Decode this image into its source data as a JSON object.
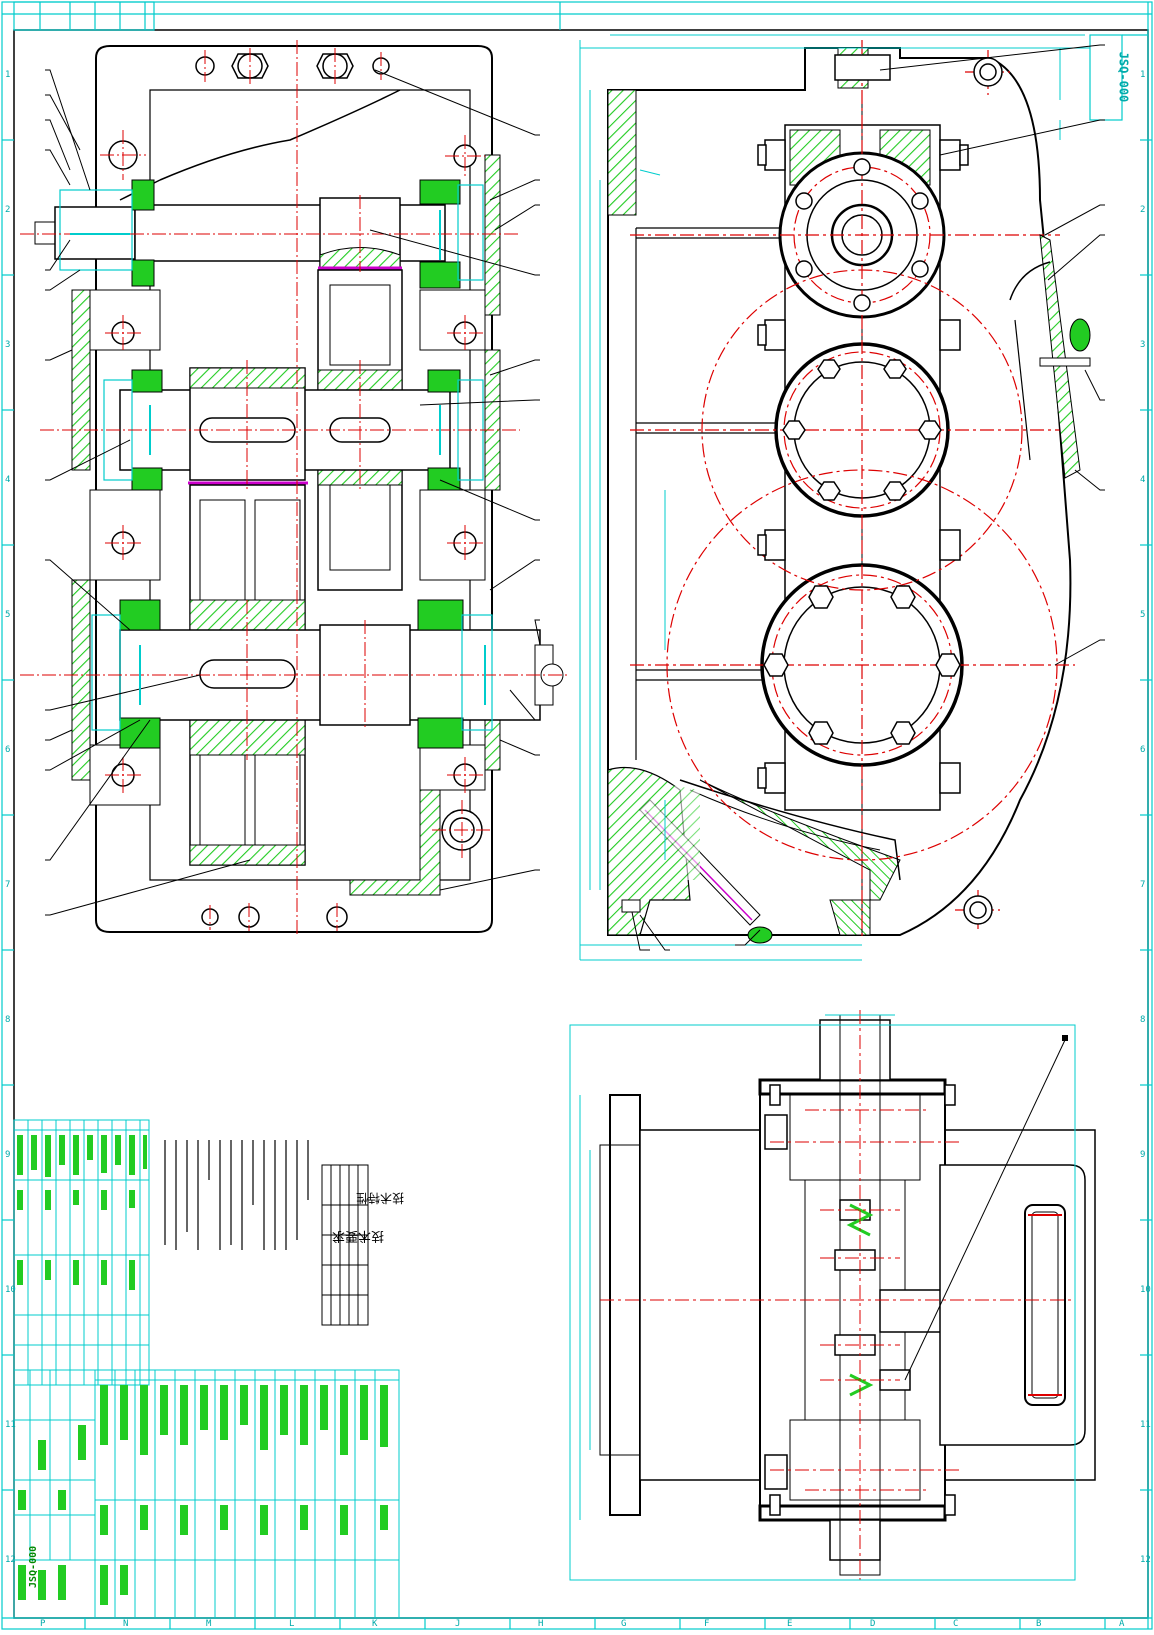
{
  "drawing": {
    "drawing_number": "JSQ-000",
    "tech_requirements_title": "技术要求",
    "tech_spec_title": "技术特性",
    "zone_numbers": [
      "1",
      "2",
      "3",
      "4",
      "5",
      "6",
      "7",
      "8",
      "9",
      "10",
      "11",
      "12"
    ],
    "zone_letters": [
      "A",
      "B",
      "C",
      "D",
      "E",
      "F",
      "G",
      "H",
      "J",
      "K",
      "L",
      "M",
      "N",
      "P"
    ]
  },
  "colors": {
    "frame": "#00cccc",
    "outline": "#000000",
    "centerline": "#dd0000",
    "hatch": "#22cc22",
    "gasket": "#cc00cc"
  }
}
